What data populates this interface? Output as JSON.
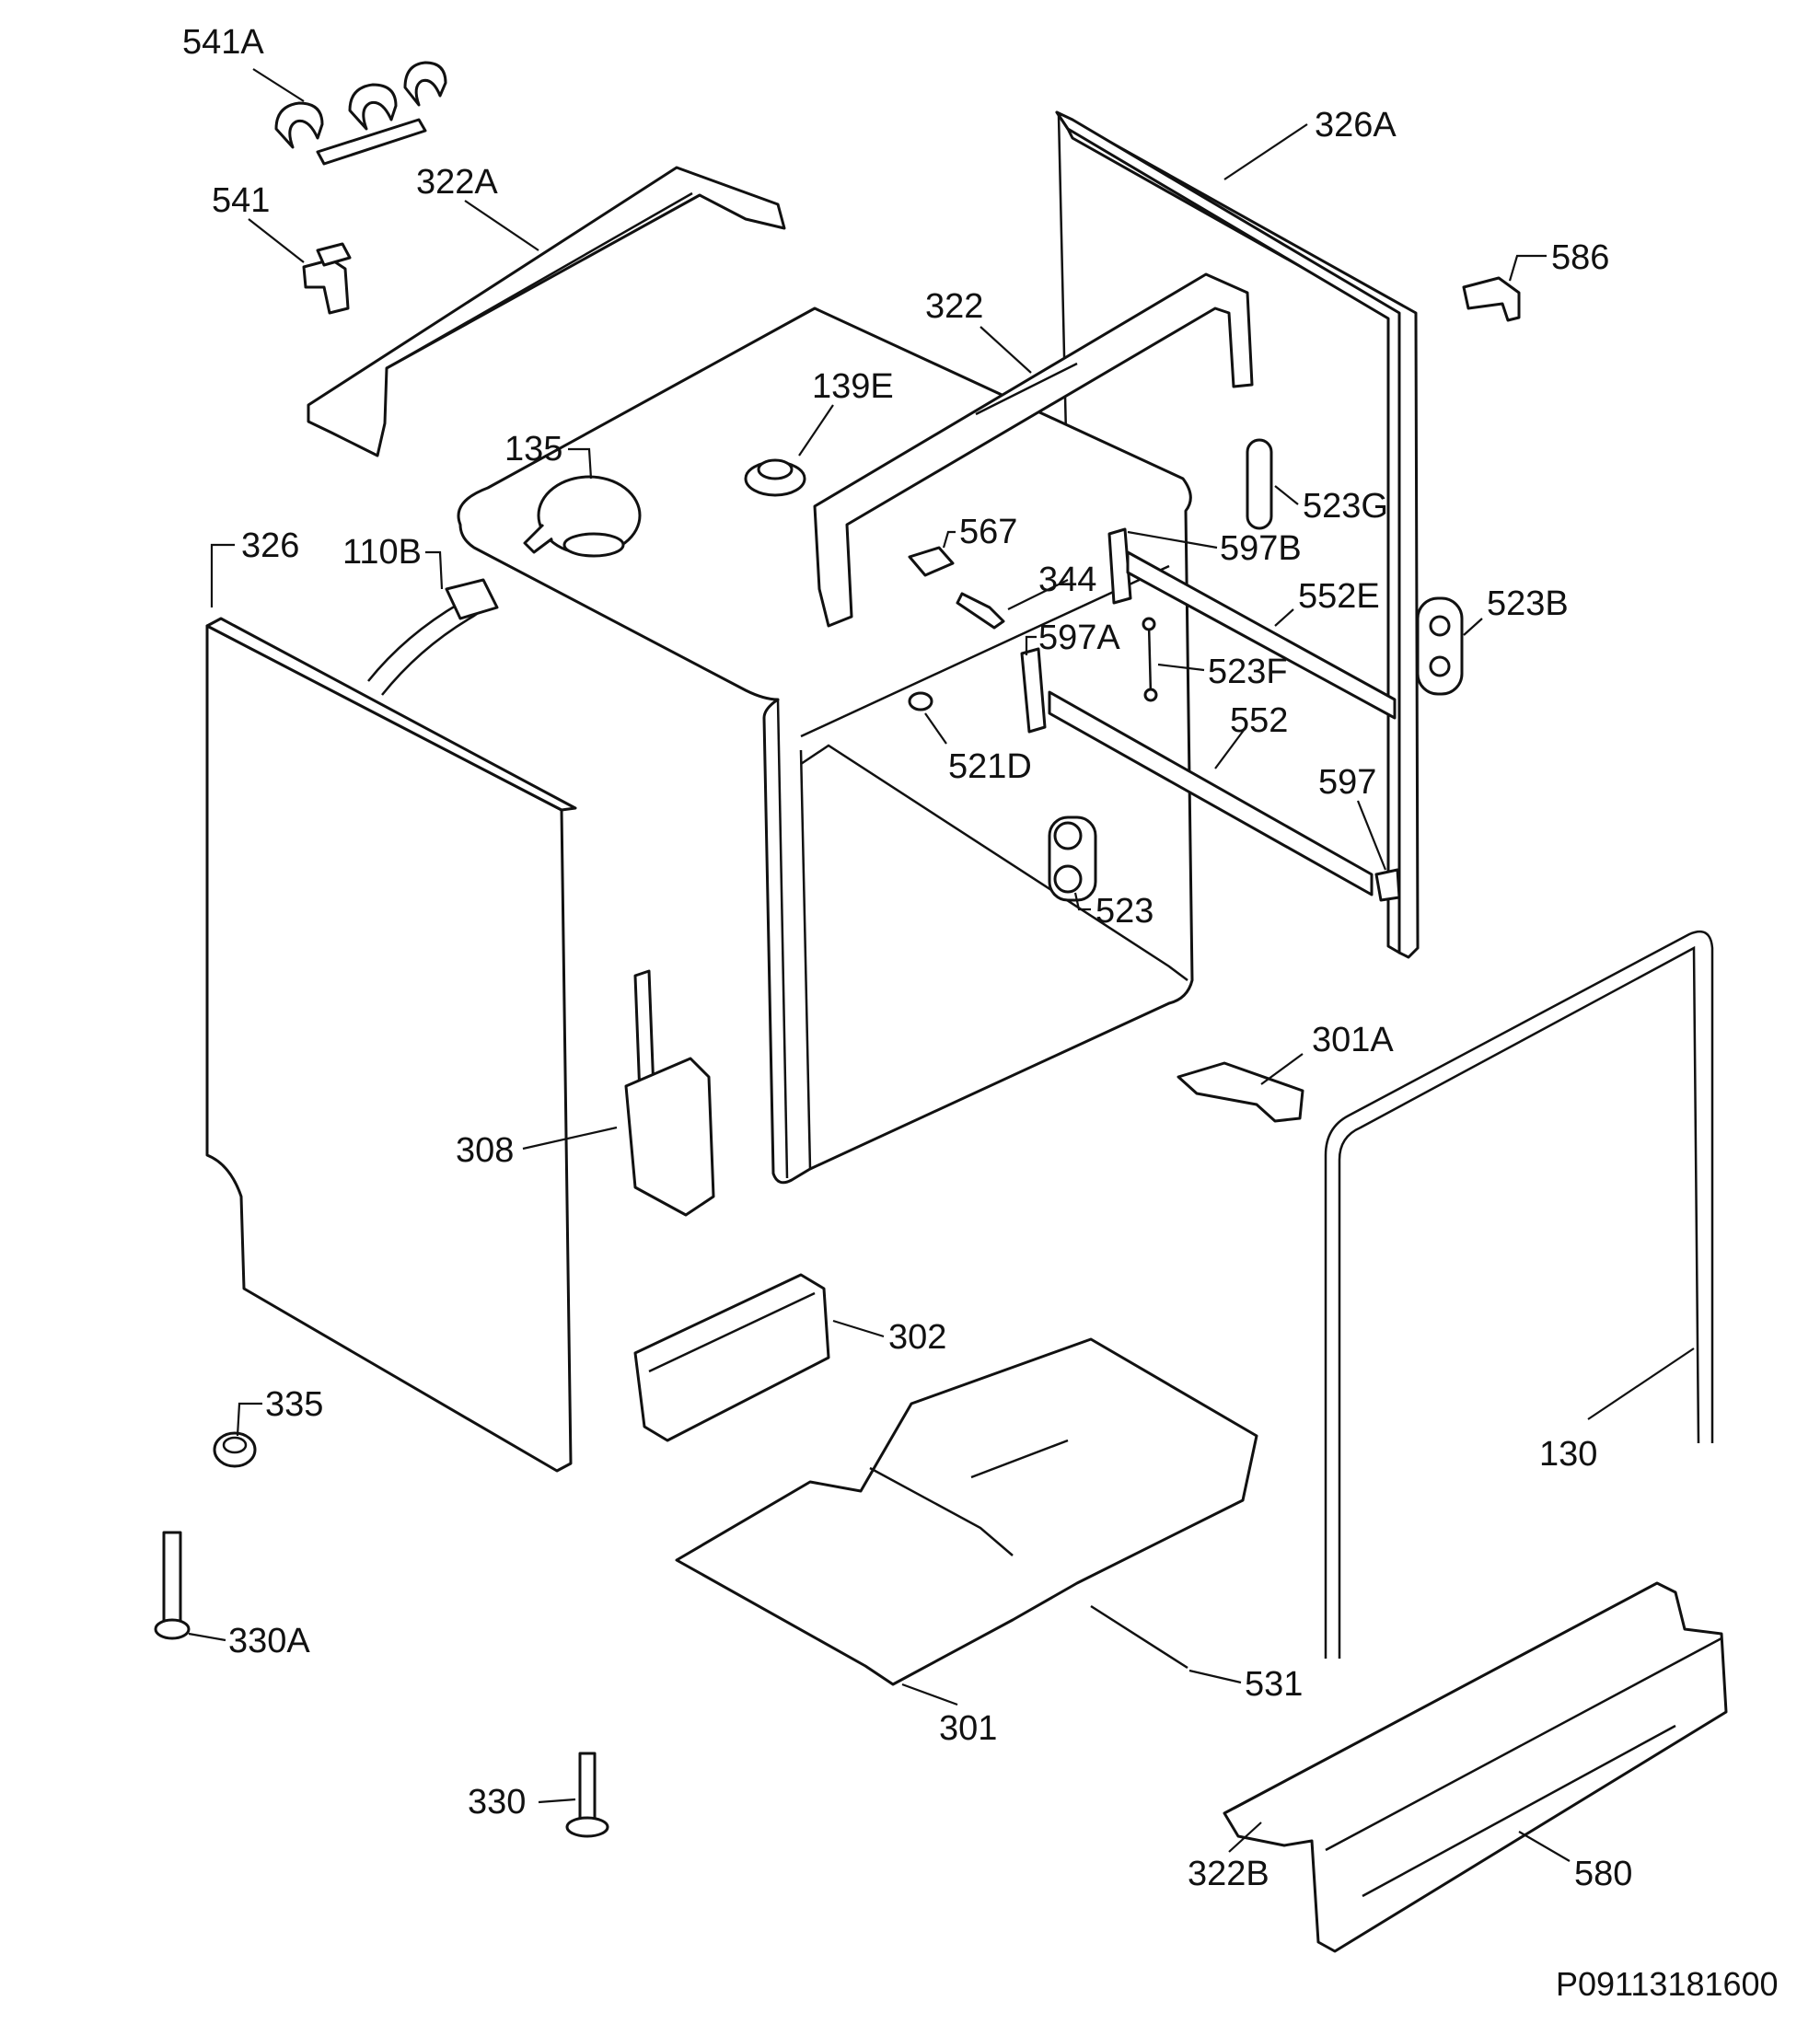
{
  "callouts": {
    "c541A": "541A",
    "c541": "541",
    "c322A": "322A",
    "c326A": "326A",
    "c586": "586",
    "c322": "322",
    "c139E": "139E",
    "c135": "135",
    "c523G": "523G",
    "c567": "567",
    "c597B": "597B",
    "c326": "326",
    "c110B": "110B",
    "c344": "344",
    "c552E": "552E",
    "c523B": "523B",
    "c597A": "597A",
    "c523F": "523F",
    "c552": "552",
    "c521D": "521D",
    "c597": "597",
    "c523": "523",
    "c301A": "301A",
    "c308": "308",
    "c302": "302",
    "c335": "335",
    "c130": "130",
    "c330A": "330A",
    "c531": "531",
    "c301": "301",
    "c330": "330",
    "c322B": "322B",
    "c580": "580"
  },
  "drawing_number": "P09113181600"
}
